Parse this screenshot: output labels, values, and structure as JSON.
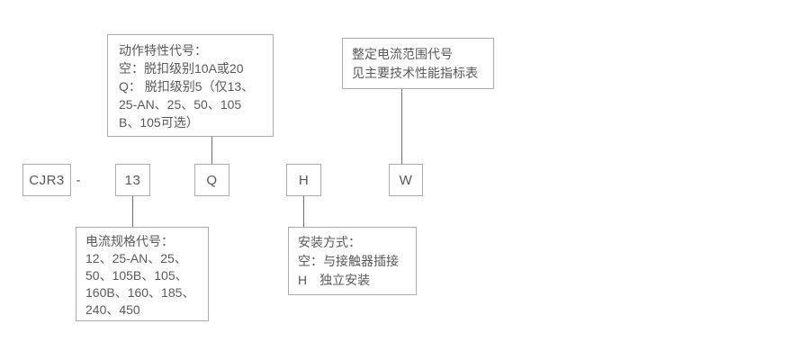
{
  "colors": {
    "background": "#ffffff",
    "box_border": "#ababab",
    "connector_line": "#6e6e6e",
    "text": "#595959"
  },
  "model_code": {
    "prefix": "CJR3",
    "separator": "-",
    "segments": [
      {
        "code": "13"
      },
      {
        "code": "Q"
      },
      {
        "code": "H"
      },
      {
        "code": "W"
      }
    ]
  },
  "callouts": {
    "action_characteristic": {
      "lines": [
        "动作特性代号：",
        "空：脱扣级别10A或20",
        "Q： 脱扣级别5（仅13、",
        "25-AN、25、50、105",
        "B、105可选）"
      ]
    },
    "setting_current_range": {
      "lines": [
        "整定电流范围代号",
        "见主要技术性能指标表"
      ]
    },
    "current_spec": {
      "lines": [
        "电流规格代号：",
        "12、25-AN、25、",
        "50、105B、105、",
        "160B、160、185、",
        "240、450"
      ]
    },
    "mounting": {
      "lines": [
        "安装方式：",
        "空：与接触器插接",
        "H　独立安装"
      ]
    }
  }
}
